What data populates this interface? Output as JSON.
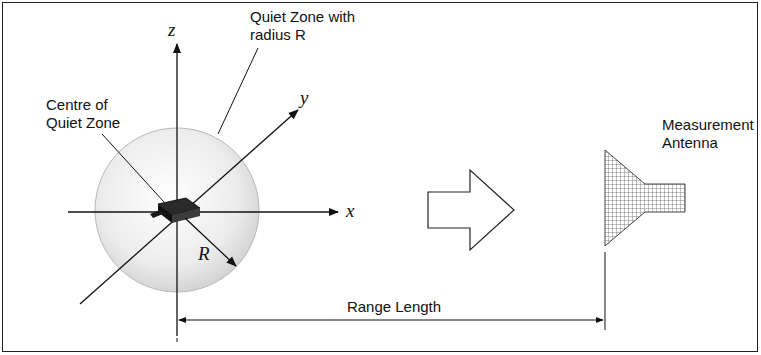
{
  "diagram": {
    "labels": [
      "z",
      "Quiet Zone with radius R",
      "y",
      "Centre of Quiet Zone",
      "x",
      "R",
      "Measurement Antenna",
      "Range Length"
    ]
  }
}
